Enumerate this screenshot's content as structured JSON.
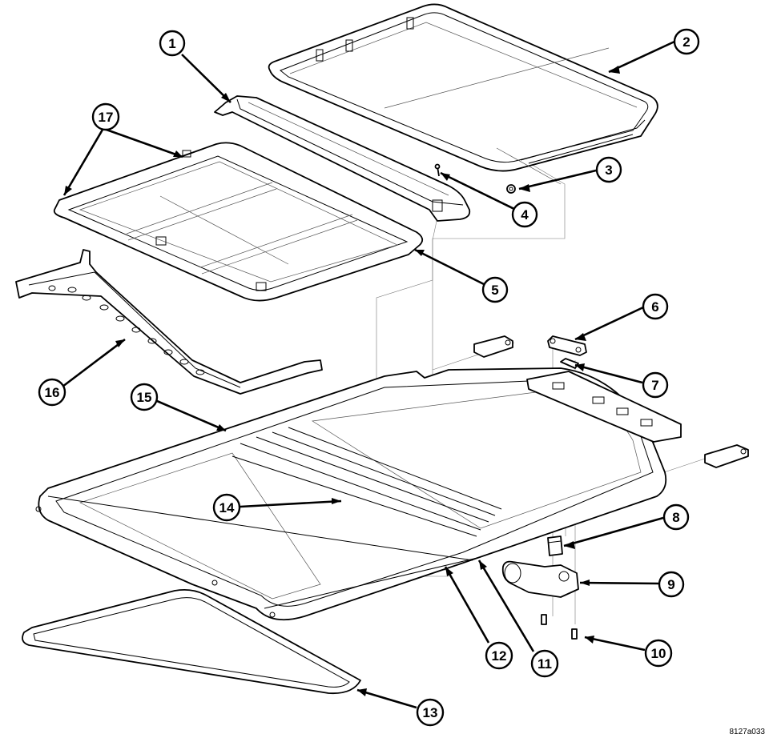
{
  "figure_code": "8127a033",
  "callouts": [
    {
      "label": "1"
    },
    {
      "label": "2"
    },
    {
      "label": "3"
    },
    {
      "label": "4"
    },
    {
      "label": "5"
    },
    {
      "label": "6"
    },
    {
      "label": "7"
    },
    {
      "label": "8"
    },
    {
      "label": "9"
    },
    {
      "label": "10"
    },
    {
      "label": "11"
    },
    {
      "label": "12"
    },
    {
      "label": "13"
    },
    {
      "label": "14"
    },
    {
      "label": "15"
    },
    {
      "label": "16"
    },
    {
      "label": "17"
    }
  ]
}
